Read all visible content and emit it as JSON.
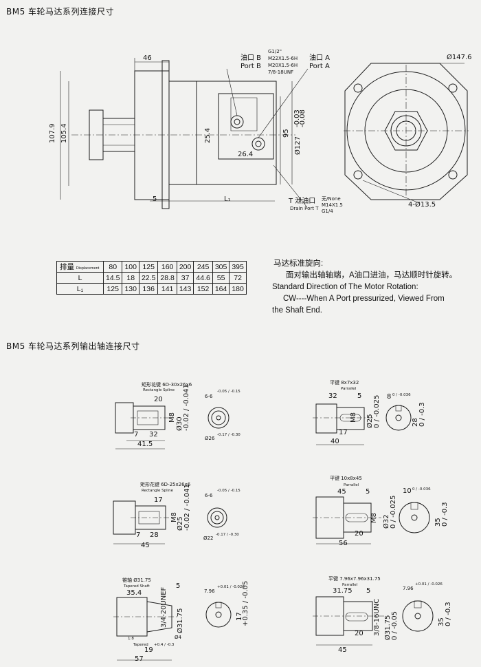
{
  "section1_title": "BM5  车轮马达系列连接尺寸",
  "section2_title": "BM5  车轮马达系列输出轴连接尺寸",
  "motor_drawing": {
    "dim_46": "46",
    "dim_107_9": "107.9",
    "dim_105_4": "105.4",
    "dim_5": "5",
    "dim_L1": "L₁",
    "port_b_cn": "油口 B",
    "port_b_en": "Port  B",
    "port_specs": [
      "G1/2\"",
      "M22X1.5-6H",
      "M20X1.5-6H",
      "7/8-18UNF"
    ],
    "port_a_cn": "油口 A",
    "port_a_en": "Port  A",
    "dim_25_4": "25.4",
    "dim_26_4": "26.4",
    "dim_95": "95",
    "dim_127": "Ø127",
    "tol_127_upper": "-0.03",
    "tol_127_lower": "-0.08",
    "drain_cn": "T 泄油口",
    "drain_en": "Drain Port T",
    "drain_specs": [
      "无/None",
      "M14X1.5",
      "G1/4"
    ],
    "dim_147_6": "Ø147.6",
    "dim_holes": "4-Ø13.5"
  },
  "spec_table": {
    "row1_label_cn": "排量",
    "row1_label_en": "Displacement",
    "displacements": [
      "80",
      "100",
      "125",
      "160",
      "200",
      "245",
      "305",
      "395"
    ],
    "row2_label": "L",
    "L_values": [
      "14.5",
      "18",
      "22.5",
      "28.8",
      "37",
      "44.6",
      "55",
      "72"
    ],
    "row3_label": "L₁",
    "L1_values": [
      "125",
      "130",
      "136",
      "141",
      "143",
      "152",
      "164",
      "180"
    ]
  },
  "rotation": {
    "cn_title": "马达标准旋向:",
    "cn_text": "面对输出轴轴端，A油口进油，马达顺时针旋转。",
    "en_title": "Standard Direction of The Motor Rotation:",
    "en_line1": "CW----When A Port pressurized, Viewed From",
    "en_line2": "the Shaft End."
  },
  "shafts": {
    "s1": {
      "cn": "矩形花键  6D-30x26x6",
      "en": "Rectangle Spline",
      "d20": "20",
      "d32": "32",
      "d7": "7",
      "d41": "41.5",
      "m8": "M8",
      "d30": "Ø30",
      "t30": "-0.02 / -0.041",
      "d6": "6-6",
      "t6": "-0.05 / -0.15",
      "d26": "Ø26",
      "t26": "-0.17 / -0.30"
    },
    "s2": {
      "cn": "平键  8x7x32",
      "en": "Parrallel",
      "d32": "32",
      "d5": "5",
      "d17": "17",
      "d40": "40",
      "m8": "M8",
      "d25": "Ø25",
      "t25": "0 / -0.025",
      "d8": "8",
      "t8": "0 / -0.036",
      "d28": "28",
      "t28": "0 / -0.3"
    },
    "s3": {
      "cn": "矩形花键  6D-25x26x6",
      "en": "Rectangle Spline",
      "d17": "17",
      "d28": "28",
      "d7": "7",
      "d45": "45",
      "m8": "M8",
      "d25": "Ø25",
      "t25": "-0.02 / -0.041",
      "d6": "6-6",
      "t6": "-0.05 / -0.15",
      "d22": "Ø22",
      "t22": "-0.17 / -0.30"
    },
    "s4": {
      "cn": "平键  10x8x45",
      "en": "Parrallel",
      "d45": "45",
      "d5": "5",
      "d20": "20",
      "d56": "56",
      "m8": "M8",
      "d32": "Ø32",
      "t32": "0 / -0.025",
      "d10": "10",
      "t10": "0 / -0.036",
      "d35": "35",
      "t35": "0 / -0.3"
    },
    "s5": {
      "cn": "锥轴  Ø31.75",
      "en": "Tapered Shaft",
      "d35": "35.4",
      "d5": "5",
      "d1_8": "1:8",
      "d3_4": "3/4-20UNEF",
      "d31": "Ø31.75",
      "d4": "Ø4",
      "en2": "Tapered",
      "d19": "19",
      "t19": "+0.4 / -0.3",
      "d57": "57",
      "d796": "7.96",
      "t796": "+0.01 / -0.026",
      "d17": "17",
      "t17": "+0.35 / -0.05"
    },
    "s6": {
      "cn": "平键  7.96x7.96x31.75",
      "en": "Parrallel",
      "d31": "31.75",
      "d5": "5",
      "d20": "20",
      "d45": "45",
      "d3_8": "3/8-16UNC",
      "d31b": "Ø31.75",
      "t31b": "0 / -0.05",
      "d796": "7.96",
      "t796": "+0.01 / -0.026",
      "d35": "35",
      "t35": "0 / -0.3"
    }
  }
}
